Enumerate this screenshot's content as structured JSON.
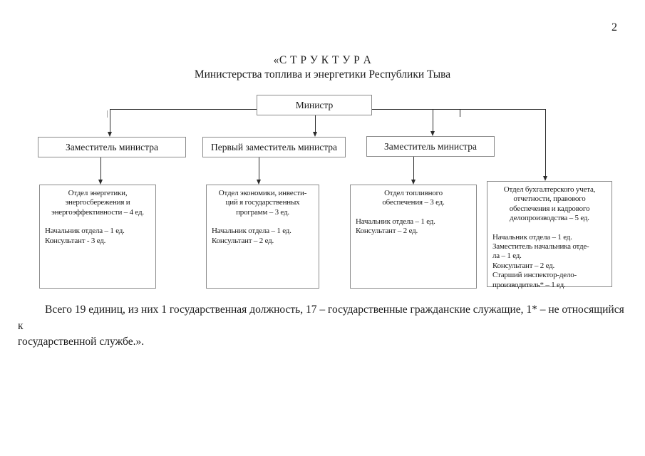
{
  "page": {
    "number": "2"
  },
  "title": {
    "line1": "«С Т Р У К Т У Р А",
    "line2": "Министерства топлива и энергетики Республики Тыва"
  },
  "org_chart": {
    "minister": "Министр",
    "deputies": [
      {
        "label": "Заместитель министра"
      },
      {
        "label": "Первый заместитель министра"
      },
      {
        "label": "Заместитель министра"
      }
    ],
    "departments": [
      {
        "header": "Отдел энергетики,\nэнергосбережения и\nэнергоэффективности – 4 ед.",
        "staff": "Начальник отдела – 1 ед.\nКонсультант - 3 ед."
      },
      {
        "header": "Отдел экономики, инвести-\nций я государственных\nпрограмм – 3 ед.",
        "staff": "Начальник отдела – 1 ед.\nКонсультант – 2 ед."
      },
      {
        "header": "Отдел топливного\nобеспечения – 3 ед.",
        "staff": "Начальник отдела – 1 ед.\nКонсультант – 2 ед."
      },
      {
        "header": "Отдел бухгалтерского учета,\nотчетности, правового\nобеспечения и кадрового\nделопроизводства – 5 ед.",
        "staff": "Начальник отдела – 1 ед.\nЗаместитель начальника отде-\nла – 1 ед.\nКонсультант – 2 ед.\nСтарший инспектор-дело-\nпроизводитель* – 1 ед."
      }
    ]
  },
  "footer": {
    "line1": "Всего 19 единиц, из них 1 государственная должность, 17 – государственные гражданские служащие, 1* – не относящийся к",
    "line2": "государственной службе.»."
  },
  "colors": {
    "line": "#2b2b2b",
    "box_border": "#8a8a8a",
    "text": "#1a1a1a",
    "background": "#ffffff"
  }
}
